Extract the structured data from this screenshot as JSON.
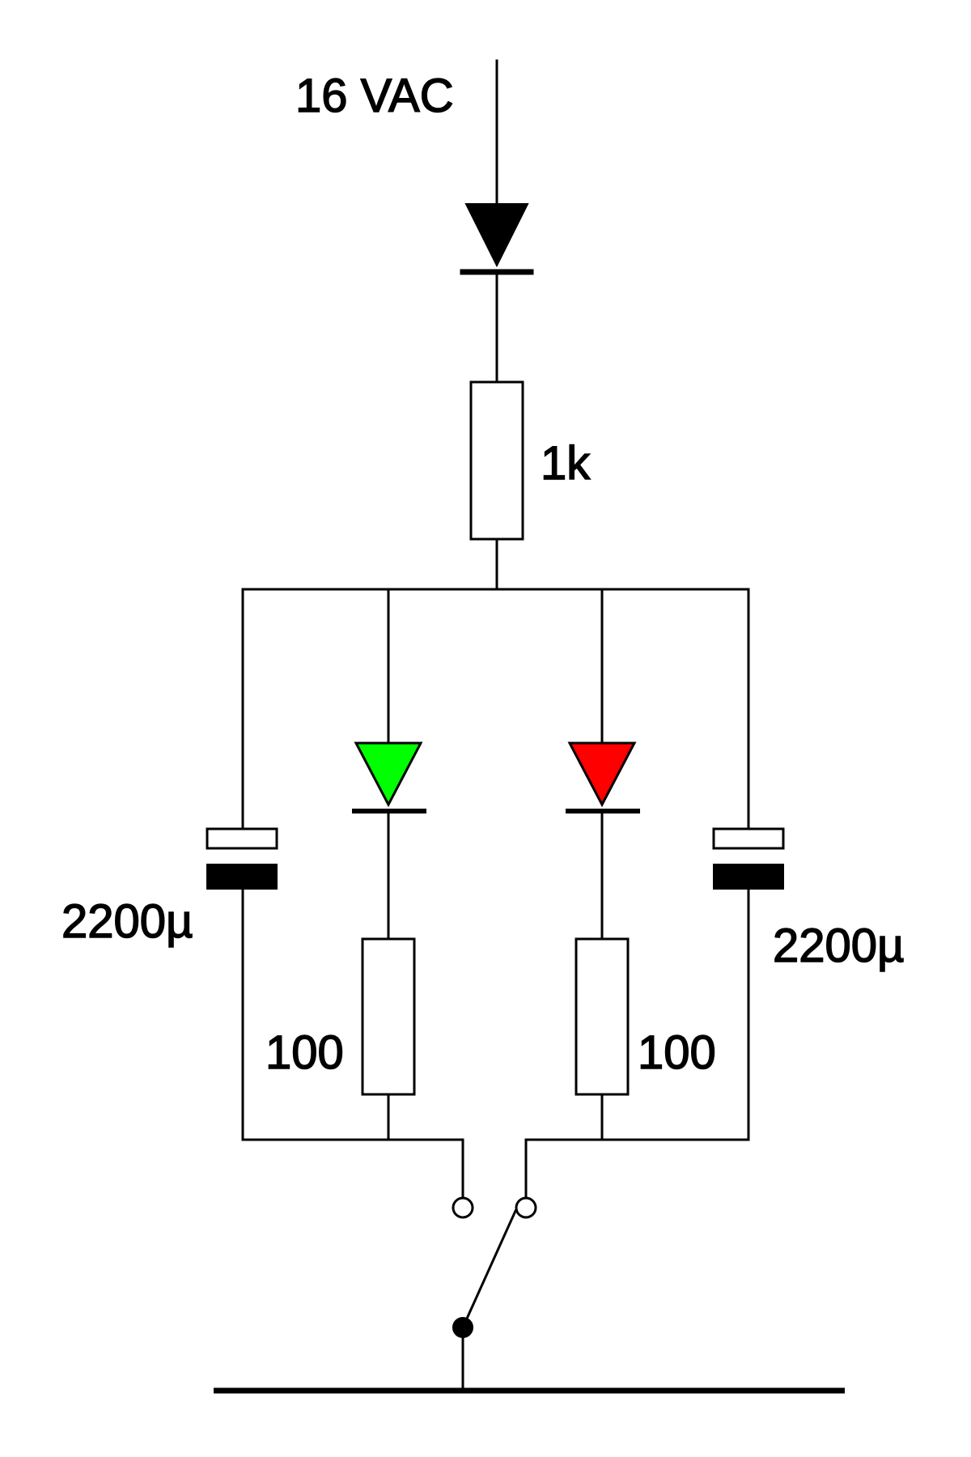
{
  "supply": {
    "label": "16 VAC"
  },
  "series_resistor": {
    "label": "1k"
  },
  "capacitor_left": {
    "label": "2200µ"
  },
  "capacitor_right": {
    "label": "2200µ"
  },
  "resistor_left": {
    "label": "100"
  },
  "resistor_right": {
    "label": "100"
  },
  "colors": {
    "line": "#000000",
    "led_green": "#00ff00",
    "led_red": "#ff0000",
    "background": "#ffffff"
  }
}
